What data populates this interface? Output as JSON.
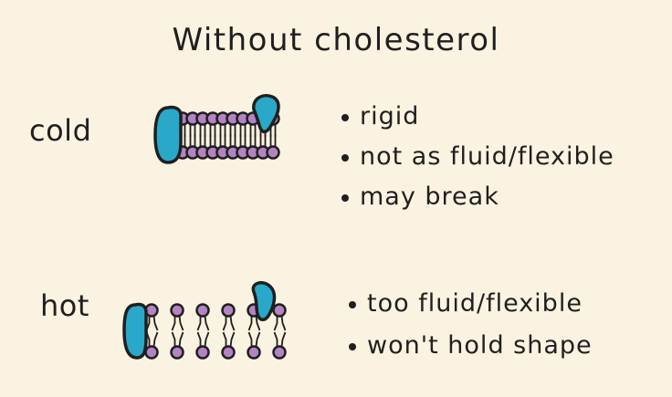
{
  "title": "Without cholesterol",
  "rows": {
    "cold": {
      "label": "cold",
      "points": [
        "rigid",
        "not as fluid/flexible",
        "may break"
      ]
    },
    "hot": {
      "label": "hot",
      "points": [
        "too fluid/flexible",
        "won't hold shape"
      ]
    }
  },
  "colors": {
    "background": "#fbf3e1",
    "protein": "#2aa8c9",
    "phospholipid_head": "#b383c3",
    "outline": "#1f1f1f"
  },
  "icons": {
    "protein": "membrane-protein-icon",
    "phospholipid": "phospholipid-icon"
  }
}
